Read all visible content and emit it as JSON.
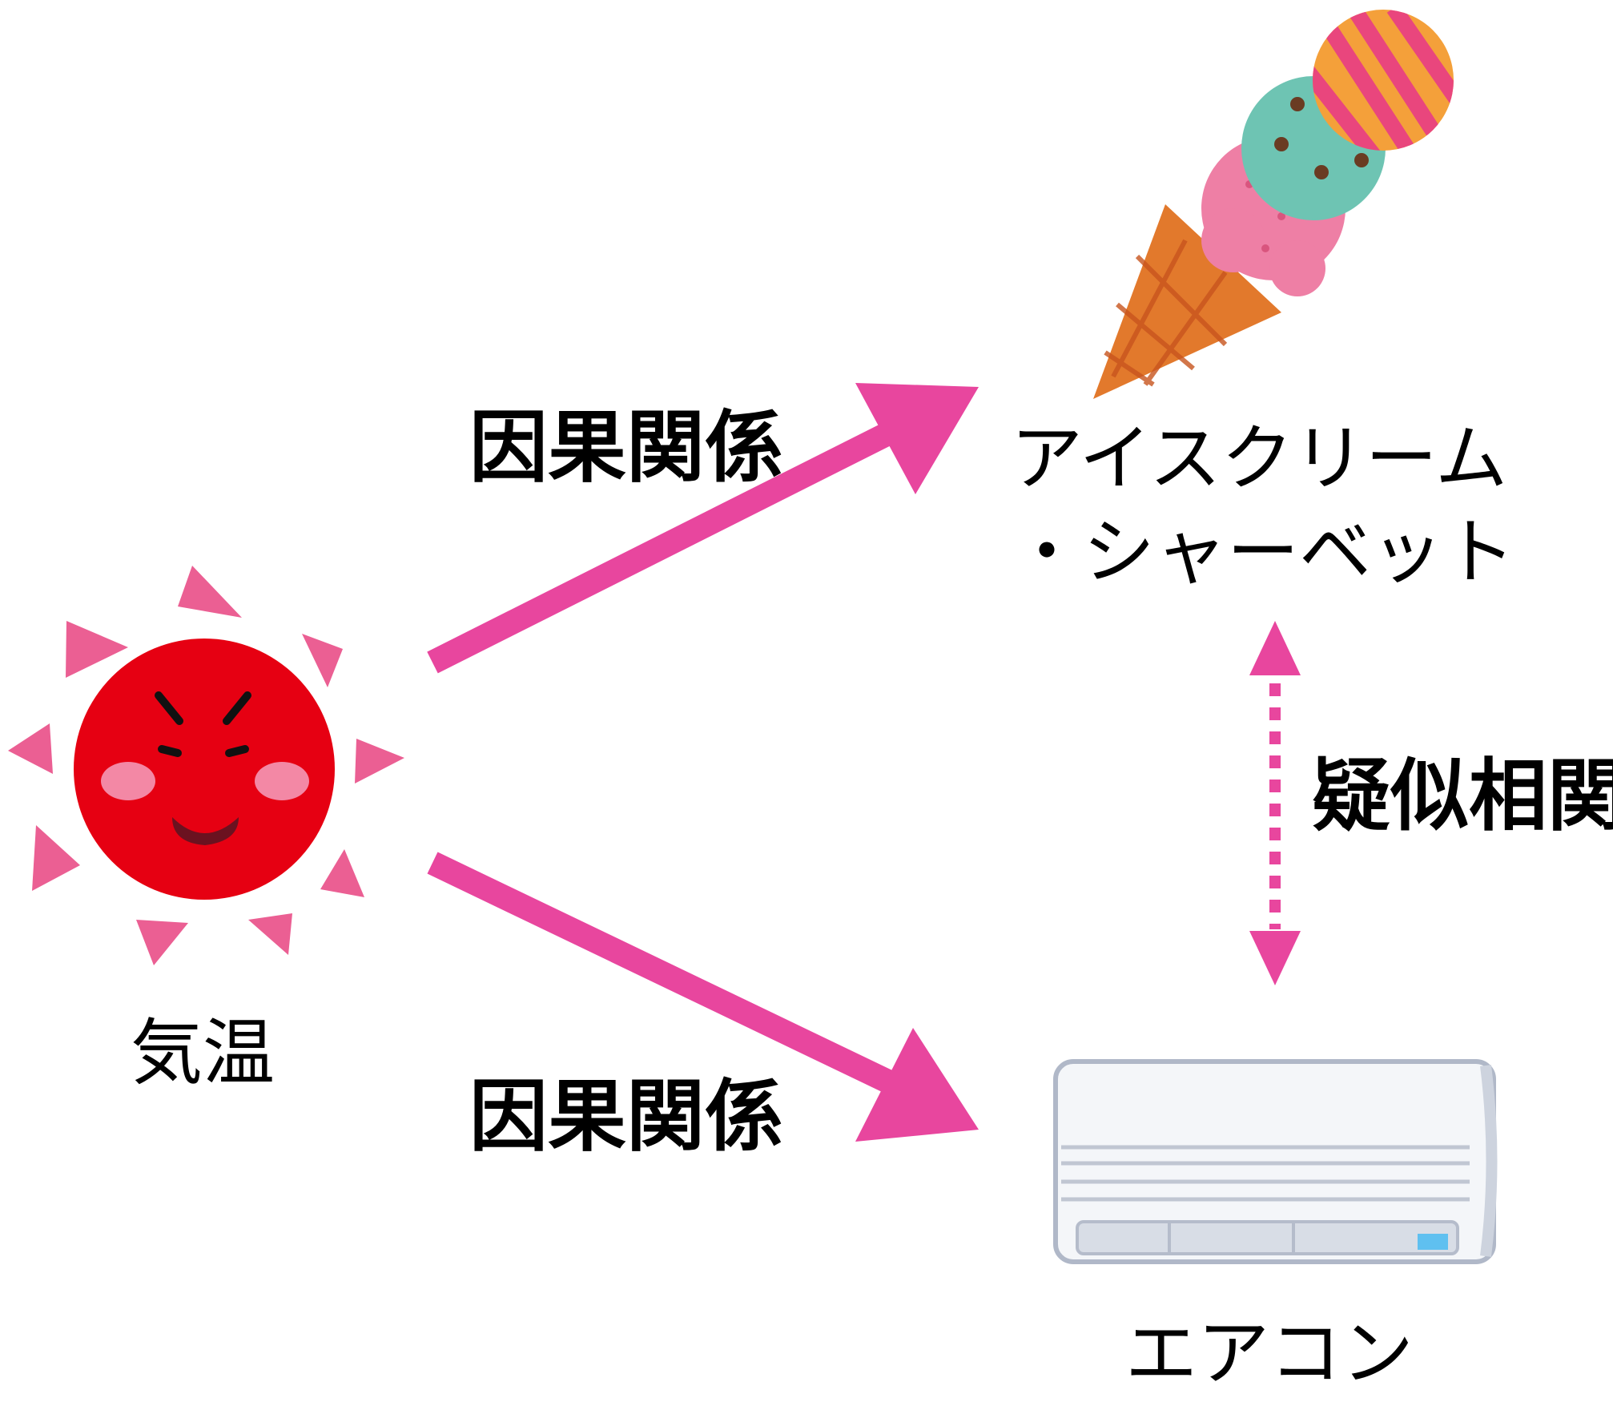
{
  "nodes": {
    "temperature": {
      "label": "気温",
      "icon": "sun-icon"
    },
    "icecream": {
      "label_line1": "アイスクリーム",
      "label_line2": "・シャーベット",
      "icon": "ice-cream-cone-icon"
    },
    "aircon": {
      "label": "エアコン",
      "icon": "air-conditioner-icon"
    }
  },
  "edges": {
    "causal_top": {
      "label": "因果関係",
      "style": "solid"
    },
    "causal_bottom": {
      "label": "因果関係",
      "style": "solid"
    },
    "spurious": {
      "label": "疑似相関",
      "style": "dotted"
    }
  },
  "colors": {
    "arrow": "#e8469e",
    "sun_body": "#e60012",
    "sun_rays": "#eb5f93",
    "cheek": "#f5a0c0"
  }
}
